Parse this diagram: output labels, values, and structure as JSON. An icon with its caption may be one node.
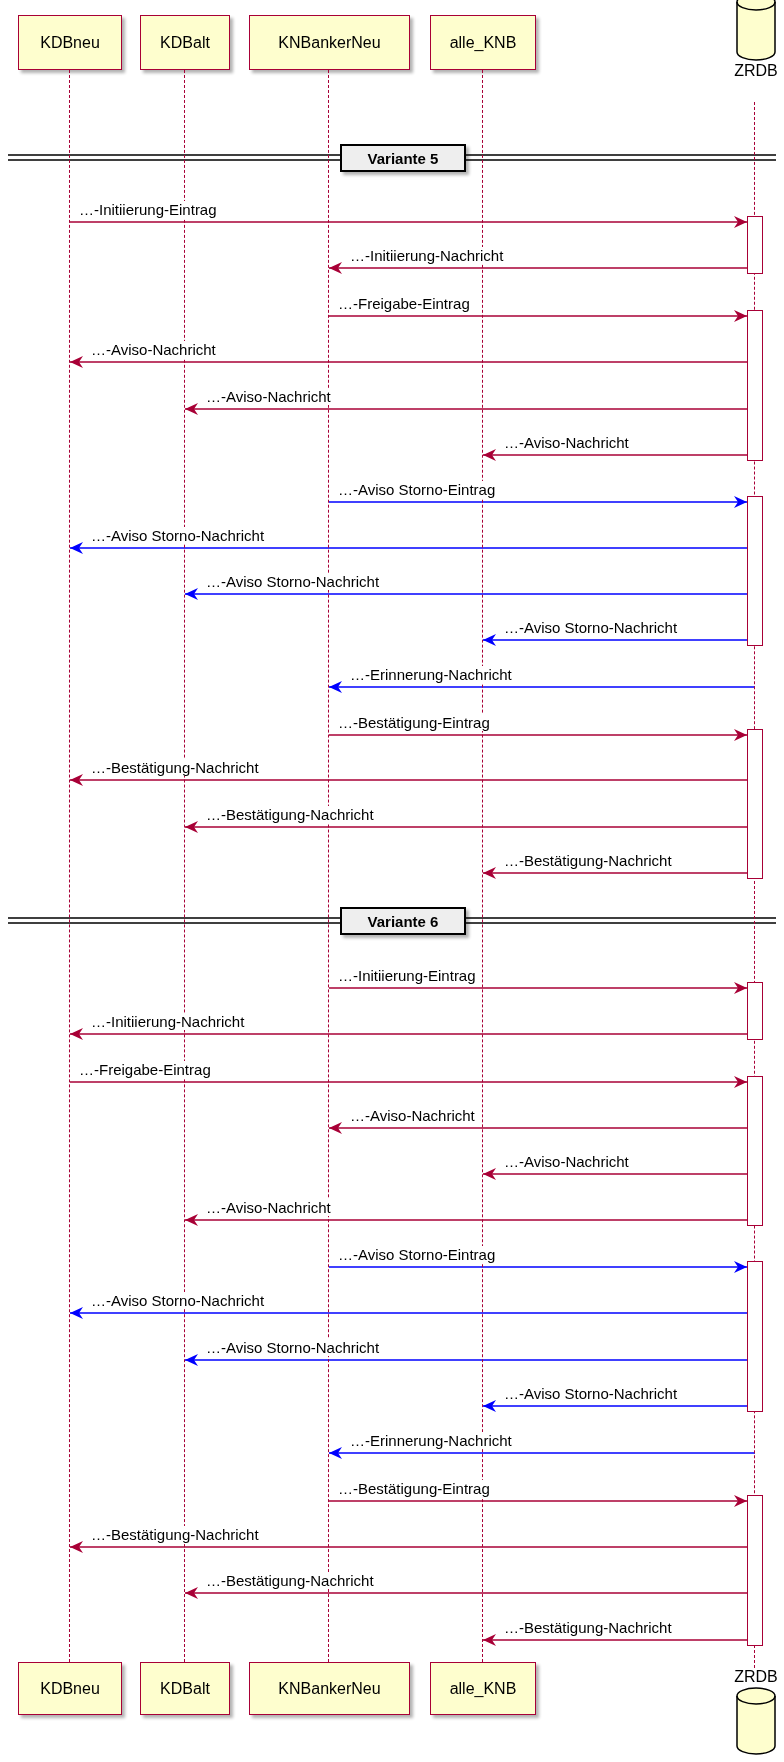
{
  "diagram": {
    "nodes": [
      {
        "text": [
          "KDBneu"
        ]
      },
      {
        "text": [
          "KDBalt"
        ]
      },
      {
        "text": [
          "KNBankerNeu"
        ]
      },
      {
        "text": [
          "alle_KNB"
        ]
      },
      {
        "text": [
          "ZRDB"
        ]
      },
      {
        "text": [
          "Variante 5"
        ]
      },
      {
        "text": [
          "Variante 6"
        ]
      },
      {
        "text": [
          "KDBneu"
        ]
      },
      {
        "text": [
          "KDBalt"
        ]
      },
      {
        "text": [
          "KNBankerNeu"
        ]
      },
      {
        "text": [
          "alle_KNB"
        ]
      },
      {
        "text": [
          "ZRDB"
        ]
      },
      {
        "text": [],
        "shape": "line"
      },
      {
        "text": [],
        "shape": "line"
      },
      {
        "text": [],
        "shape": "line"
      },
      {
        "text": [],
        "shape": "line"
      },
      {
        "text": [],
        "shape": "line"
      },
      {
        "text": [],
        "shape": "bar"
      },
      {
        "text": [],
        "shape": "bar"
      },
      {
        "text": [],
        "shape": "bar"
      },
      {
        "text": [],
        "shape": "bar"
      },
      {
        "text": [],
        "shape": "bar"
      },
      {
        "text": [],
        "shape": "bar"
      },
      {
        "text": [],
        "shape": "bar"
      },
      {
        "text": [],
        "shape": "bar"
      }
    ],
    "edges": [
      {
        "from": 12,
        "to": 17,
        "arrow": "to",
        "label": "…-Initiierung-Eintrag"
      },
      {
        "from": 17,
        "to": 14,
        "arrow": "to",
        "label": "…-Initiierung-Nachricht"
      },
      {
        "from": 14,
        "to": 18,
        "arrow": "to",
        "label": "…-Freigabe-Eintrag"
      },
      {
        "from": 18,
        "to": 12,
        "arrow": "to",
        "label": "…-Aviso-Nachricht"
      },
      {
        "from": 18,
        "to": 13,
        "arrow": "to",
        "label": "…-Aviso-Nachricht"
      },
      {
        "from": 18,
        "to": 15,
        "arrow": "to",
        "label": "…-Aviso-Nachricht"
      },
      {
        "from": 14,
        "to": 19,
        "arrow": "to",
        "label": "…-Aviso Storno-Eintrag",
        "color": "#0000ff"
      },
      {
        "from": 19,
        "to": 12,
        "arrow": "to",
        "label": "…-Aviso Storno-Nachricht",
        "color": "#0000ff"
      },
      {
        "from": 19,
        "to": 13,
        "arrow": "to",
        "label": "…-Aviso Storno-Nachricht",
        "color": "#0000ff"
      },
      {
        "from": 19,
        "to": 15,
        "arrow": "to",
        "label": "…-Aviso Storno-Nachricht",
        "color": "#0000ff"
      },
      {
        "from": 16,
        "to": 14,
        "arrow": "to",
        "label": "…-Erinnerung-Nachricht",
        "color": "#0000ff"
      },
      {
        "from": 14,
        "to": 20,
        "arrow": "to",
        "label": "…-Bestätigung-Eintrag"
      },
      {
        "from": 20,
        "to": 12,
        "arrow": "to",
        "label": "…-Bestätigung-Nachricht"
      },
      {
        "from": 20,
        "to": 13,
        "arrow": "to",
        "label": "…-Bestätigung-Nachricht"
      },
      {
        "from": 20,
        "to": 15,
        "arrow": "to",
        "label": "…-Bestätigung-Nachricht"
      },
      {
        "from": 14,
        "to": 21,
        "arrow": "to",
        "label": "…-Initiierung-Eintrag"
      },
      {
        "from": 21,
        "to": 12,
        "arrow": "to",
        "label": "…-Initiierung-Nachricht"
      },
      {
        "from": 12,
        "to": 22,
        "arrow": "to",
        "label": "…-Freigabe-Eintrag"
      },
      {
        "from": 22,
        "to": 14,
        "arrow": "to",
        "label": "…-Aviso-Nachricht"
      },
      {
        "from": 22,
        "to": 15,
        "arrow": "to",
        "label": "…-Aviso-Nachricht"
      },
      {
        "from": 22,
        "to": 13,
        "arrow": "to",
        "label": "…-Aviso-Nachricht"
      },
      {
        "from": 14,
        "to": 23,
        "arrow": "to",
        "label": "…-Aviso Storno-Eintrag",
        "color": "#0000ff"
      },
      {
        "from": 23,
        "to": 12,
        "arrow": "to",
        "label": "…-Aviso Storno-Nachricht",
        "color": "#0000ff"
      },
      {
        "from": 23,
        "to": 13,
        "arrow": "to",
        "label": "…-Aviso Storno-Nachricht",
        "color": "#0000ff"
      },
      {
        "from": 23,
        "to": 15,
        "arrow": "to",
        "label": "…-Aviso Storno-Nachricht",
        "color": "#0000ff"
      },
      {
        "from": 16,
        "to": 14,
        "arrow": "to",
        "label": "…-Erinnerung-Nachricht",
        "color": "#0000ff"
      },
      {
        "from": 14,
        "to": 24,
        "arrow": "to",
        "label": "…-Bestätigung-Eintrag"
      },
      {
        "from": 24,
        "to": 12,
        "arrow": "to",
        "label": "…-Bestätigung-Nachricht"
      },
      {
        "from": 24,
        "to": 13,
        "arrow": "to",
        "label": "…-Bestätigung-Nachricht"
      },
      {
        "from": 24,
        "to": 15,
        "arrow": "to",
        "label": "…-Bestätigung-Nachricht"
      }
    ]
  }
}
